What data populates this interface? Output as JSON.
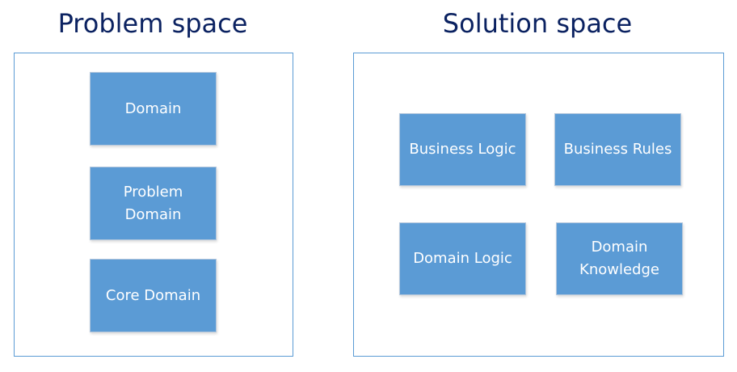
{
  "problem_space": {
    "title": "Problem space",
    "boxes": [
      "Domain",
      "Problem Domain",
      "Core Domain"
    ]
  },
  "solution_space": {
    "title": "Solution space",
    "boxes": [
      "Business Logic",
      "Business Rules",
      "Domain Logic",
      "Domain Knowledge"
    ]
  },
  "colors": {
    "box_fill": "#5b9bd5",
    "title": "#0b2261",
    "panel_border": "#5b9bd5"
  }
}
